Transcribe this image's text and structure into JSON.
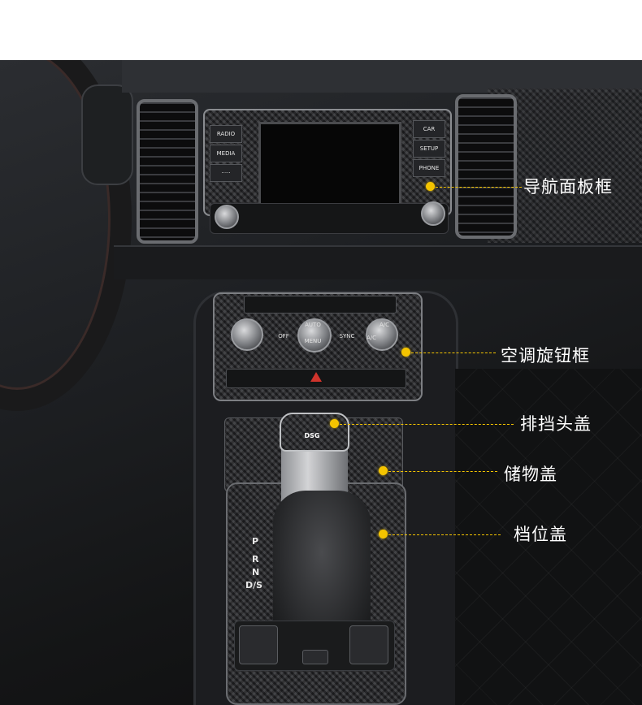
{
  "callouts": [
    {
      "id": "nav-frame",
      "label": "导航面板框"
    },
    {
      "id": "ac-knob-frame",
      "label": "空调旋钮框"
    },
    {
      "id": "shift-knob-cover",
      "label": "排挡头盖"
    },
    {
      "id": "storage-cover",
      "label": "储物盖"
    },
    {
      "id": "gear-panel-cover",
      "label": "档位盖"
    }
  ],
  "radio_buttons": {
    "left": [
      "RADIO",
      "MEDIA",
      "·····"
    ],
    "right": [
      "CAR",
      "SETUP",
      "PHONE"
    ]
  },
  "climate_labels": {
    "off": "OFF",
    "auto": "AUTO",
    "menu": "MENU",
    "sync": "SYNC",
    "ac_left": "A/C",
    "ac_right": "A/C"
  },
  "shifter": {
    "badge": "DSG",
    "gears": [
      "P",
      "R",
      "N",
      "D/S"
    ]
  },
  "accent_color": "#f4c400"
}
